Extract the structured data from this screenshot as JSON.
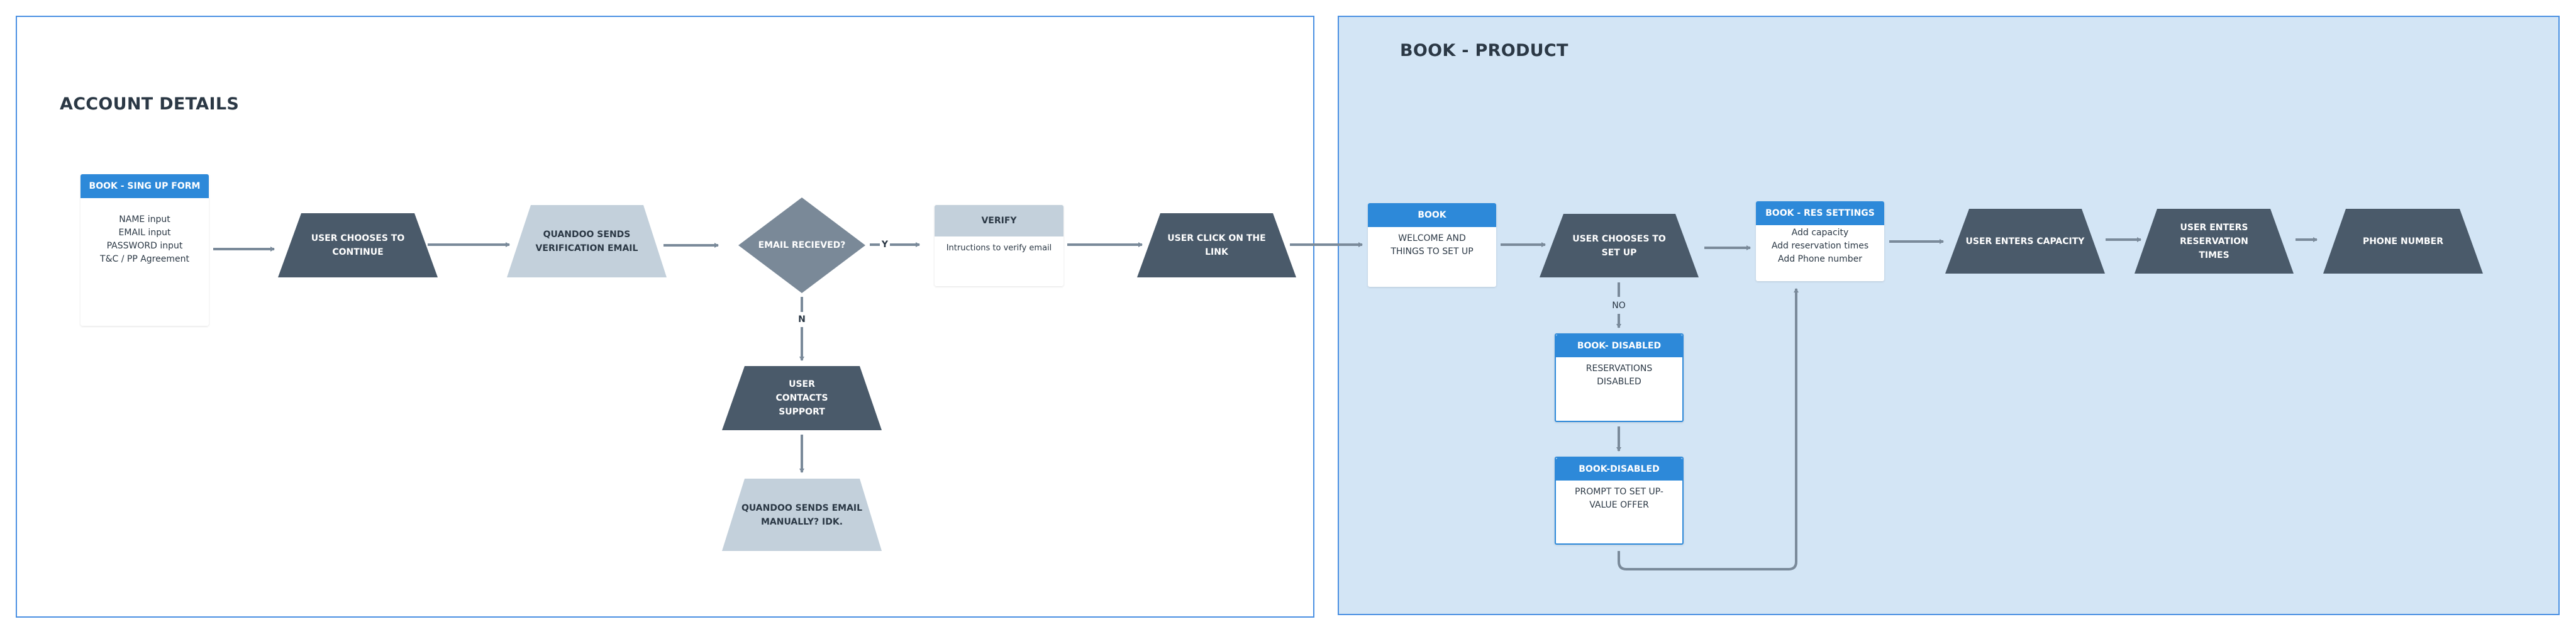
{
  "sections": {
    "account": {
      "title": "ACCOUNT DETAILS"
    },
    "product": {
      "title": "BOOK - PRODUCT"
    }
  },
  "account": {
    "signup_card": {
      "header": "BOOK - SING UP FORM",
      "lines": [
        "NAME input",
        "EMAIL  input",
        "PASSWORD input",
        "T&C / PP Agreement"
      ]
    },
    "choose_continue": "USER CHOOSES TO CONTINUE",
    "sends_verification": "QUANDOO SENDS VERIFICATION EMAIL",
    "decision": "EMAIL RECIEVED?",
    "yes_label": "Y",
    "no_label": "N",
    "verify_card": {
      "header": "VERIFY",
      "body": "Intructions to verify email"
    },
    "click_link": "USER CLICK ON THE LINK",
    "contacts_support": "USER CONTACTS SUPPORT",
    "sends_manually": "QUANDOO SENDS EMAIL MANUALLY? IDK."
  },
  "product": {
    "book_card": {
      "header": "BOOK",
      "lines": [
        "WELCOME AND",
        "THINGS TO SET UP"
      ]
    },
    "choose_setup": "USER CHOOSES TO SET UP",
    "no_label": "NO",
    "disabled_card": {
      "header": "BOOK- DISABLED",
      "lines": [
        "RESERVATIONS",
        "DISABLED"
      ]
    },
    "disabled_prompt_card": {
      "header": "BOOK-DISABLED",
      "lines": [
        "PROMPT TO SET UP-",
        "VALUE OFFER"
      ]
    },
    "res_settings_card": {
      "header": "BOOK - RES SETTINGS",
      "lines": [
        "Add capacity",
        "Add reservation times",
        "Add Phone number"
      ]
    },
    "enters_capacity": "USER ENTERS CAPACITY",
    "enters_times": "USER ENTERS RESERVATION TIMES",
    "phone_number": "PHONE NUMBER"
  },
  "colors": {
    "frame_border": "#4a90e2",
    "product_bg": "#d3e5f5",
    "card_header": "#2d89d9",
    "dark_step": "#4a5a6a",
    "light_step": "#c3d0db",
    "decision": "#7a8998",
    "connector": "#7a8a9a"
  }
}
